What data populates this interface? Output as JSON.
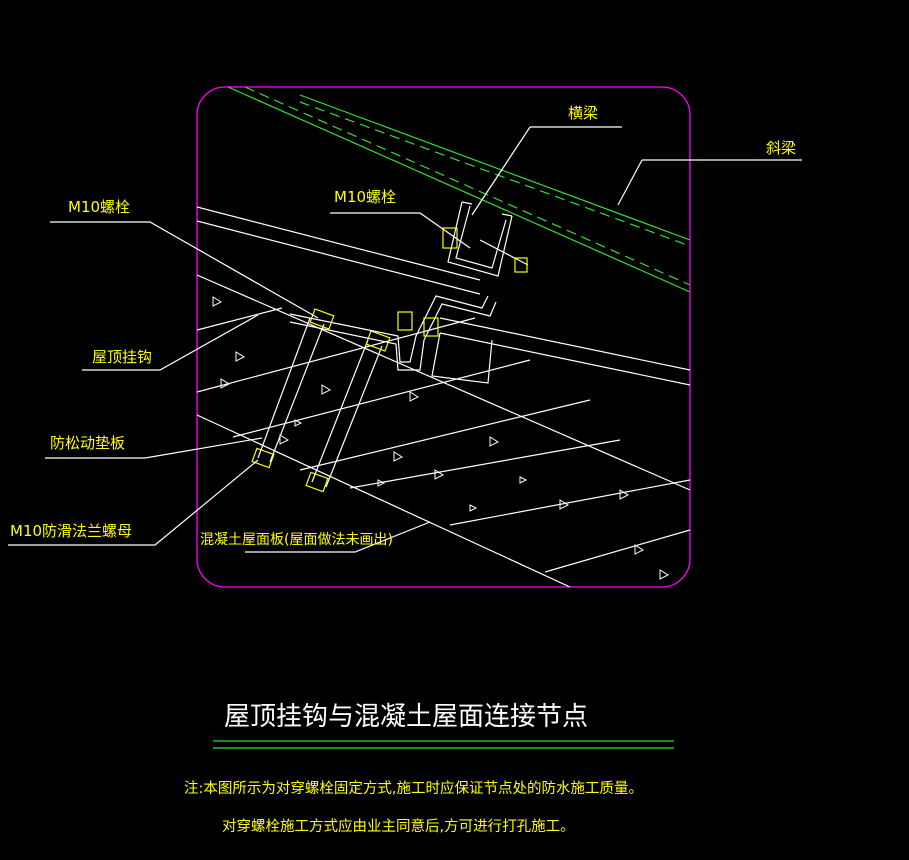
{
  "labels": {
    "beam_h": "横梁",
    "beam_slant": "斜梁",
    "bolt_top": "M10螺栓",
    "bolt_left": "M10螺栓",
    "roof_hook": "屋顶挂钩",
    "anti_loose_washer": "防松动垫板",
    "flange_nut": "M10防滑法兰螺母",
    "concrete_slab": "混凝土屋面板(屋面做法未画出)"
  },
  "title": "屋顶挂钩与混凝土屋面连接节点",
  "notes": {
    "line1": "注:本图所示为对穿螺栓固定方式,施工时应保证节点处的防水施工质量。",
    "line2": "对穿螺栓施工方式应由业主同意后,方可进行打孔施工。"
  },
  "colors": {
    "background": "#000000",
    "frame": "#ff00ff",
    "annotation": "#ffff00",
    "geometry": "#ffffff",
    "beam": "#33dd33"
  }
}
